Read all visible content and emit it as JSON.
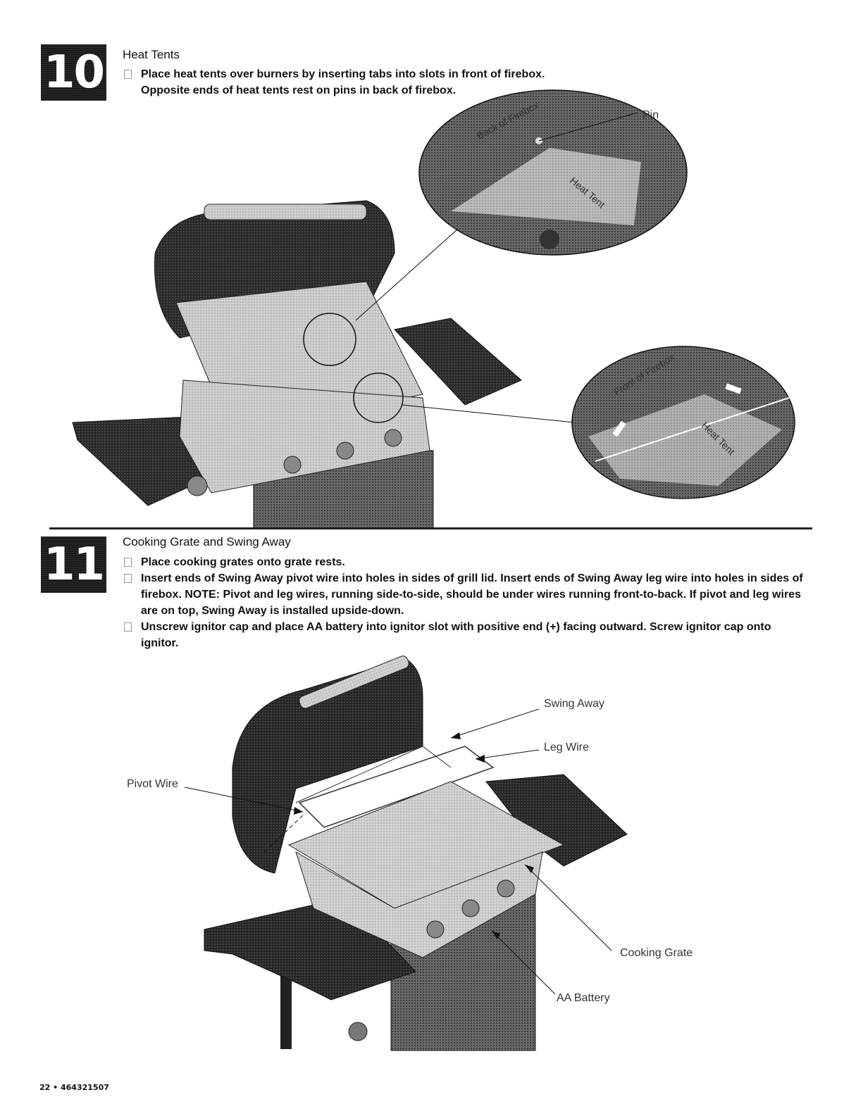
{
  "step10": {
    "number": "10",
    "title": "Heat Tents",
    "bullets": [
      "Place heat tents over burners by inserting tabs into slots in front of firebox. Opposite ends of heat tents rest on pins in back of firebox."
    ],
    "callouts": {
      "pin": "Pin",
      "back_of_firebox": "Back of Firebox",
      "heat_tent_top": "Heat Tent",
      "front_of_firebox": "Front of Firebox",
      "heat_tent_bottom": "Heat Tent"
    }
  },
  "step11": {
    "number": "11",
    "title": "Cooking Grate and Swing Away",
    "bullets": [
      "Place cooking grates onto grate rests.",
      "Insert ends of Swing Away pivot wire into holes in sides of grill lid. Insert ends of Swing Away leg wire into holes in sides of firebox. NOTE: Pivot and leg wires, running side-to-side, should be under wires running front-to-back. If pivot and leg wires are on top, Swing Away is installed upside-down.",
      "Unscrew ignitor cap and place AA battery into ignitor slot with positive end (+) facing outward. Screw ignitor cap onto ignitor."
    ],
    "callouts": {
      "swing_away": "Swing Away",
      "leg_wire": "Leg Wire",
      "pivot_wire": "Pivot Wire",
      "cooking_grate": "Cooking Grate",
      "aa_battery": "AA Battery"
    }
  },
  "footer": "22 • 464321507"
}
